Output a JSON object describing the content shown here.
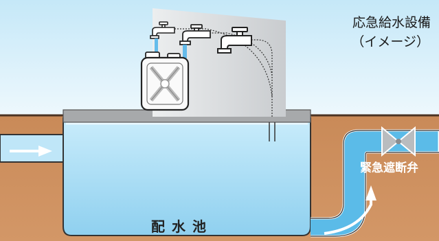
{
  "labels": {
    "title": "応急給水設備",
    "subtitle": "（イメージ）",
    "valve": "緊急遮断弁",
    "tank": "配水池"
  },
  "icons": {
    "faucets": [
      "faucet-icon-small",
      "faucet-icon-medium",
      "faucet-icon-large"
    ],
    "container": "water-container-icon",
    "valve": "gate-valve-icon",
    "flow_in": "arrow-right-icon",
    "flow_up": "arrow-up-icon"
  },
  "colors": {
    "sky": "#d6eef9",
    "ground": "#c8844e",
    "water": "#a9dcf2",
    "pipe": "#6cc3ea",
    "slab": "#a7a9ab"
  }
}
